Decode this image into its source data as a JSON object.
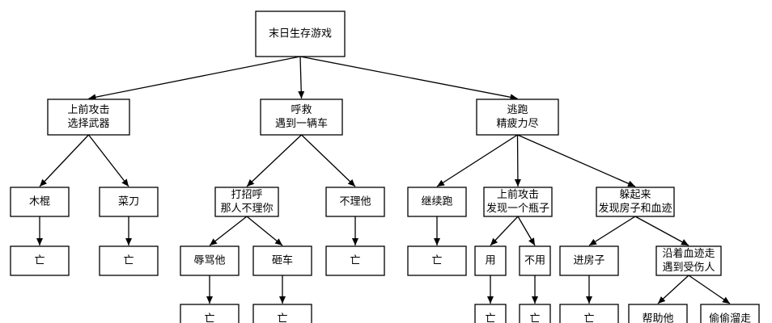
{
  "nodes": {
    "root": [
      "末日生存游戏"
    ],
    "attack": [
      "上前攻击",
      "选择武器"
    ],
    "shout": [
      "呼救",
      "遇到一辆车"
    ],
    "escape": [
      "逃跑",
      "精疲力尽"
    ],
    "wood_stick": [
      "木棍"
    ],
    "kitchen_knife": [
      "菜刀"
    ],
    "greet": [
      "打招呼",
      "那人不理你"
    ],
    "ignore_him": [
      "不理他"
    ],
    "keep_running": [
      "继续跑"
    ],
    "attack_bottle": [
      "上前攻击",
      "发现一个瓶子"
    ],
    "hide": [
      "躲起来",
      "发现房子和血迹"
    ],
    "dead_stick": [
      "亡"
    ],
    "dead_knife": [
      "亡"
    ],
    "insult": [
      "辱骂他"
    ],
    "smash_car": [
      "砸车"
    ],
    "dead_ignore": [
      "亡"
    ],
    "dead_running": [
      "亡"
    ],
    "use": [
      "用"
    ],
    "not_use": [
      "不用"
    ],
    "enter_house": [
      "进房子"
    ],
    "follow_blood": [
      "沿着血迹走",
      "遇到受伤人"
    ],
    "dead_insult": [
      "亡"
    ],
    "dead_smash": [
      "亡"
    ],
    "dead_use": [
      "亡"
    ],
    "dead_not_use": [
      "亡"
    ],
    "dead_house": [
      "亡"
    ],
    "help_him": [
      "帮助他"
    ],
    "sneak_away": [
      "偷偷溜走"
    ]
  },
  "edges": [
    [
      "root",
      "attack"
    ],
    [
      "root",
      "shout"
    ],
    [
      "root",
      "escape"
    ],
    [
      "attack",
      "wood_stick"
    ],
    [
      "attack",
      "kitchen_knife"
    ],
    [
      "shout",
      "greet"
    ],
    [
      "shout",
      "ignore_him"
    ],
    [
      "escape",
      "keep_running"
    ],
    [
      "escape",
      "attack_bottle"
    ],
    [
      "escape",
      "hide"
    ],
    [
      "wood_stick",
      "dead_stick"
    ],
    [
      "kitchen_knife",
      "dead_knife"
    ],
    [
      "greet",
      "insult"
    ],
    [
      "greet",
      "smash_car"
    ],
    [
      "ignore_him",
      "dead_ignore"
    ],
    [
      "keep_running",
      "dead_running"
    ],
    [
      "attack_bottle",
      "use"
    ],
    [
      "attack_bottle",
      "not_use"
    ],
    [
      "hide",
      "enter_house"
    ],
    [
      "hide",
      "follow_blood"
    ],
    [
      "insult",
      "dead_insult"
    ],
    [
      "smash_car",
      "dead_smash"
    ],
    [
      "use",
      "dead_use"
    ],
    [
      "not_use",
      "dead_not_use"
    ],
    [
      "enter_house",
      "dead_house"
    ],
    [
      "follow_blood",
      "help_him"
    ],
    [
      "follow_blood",
      "sneak_away"
    ]
  ]
}
